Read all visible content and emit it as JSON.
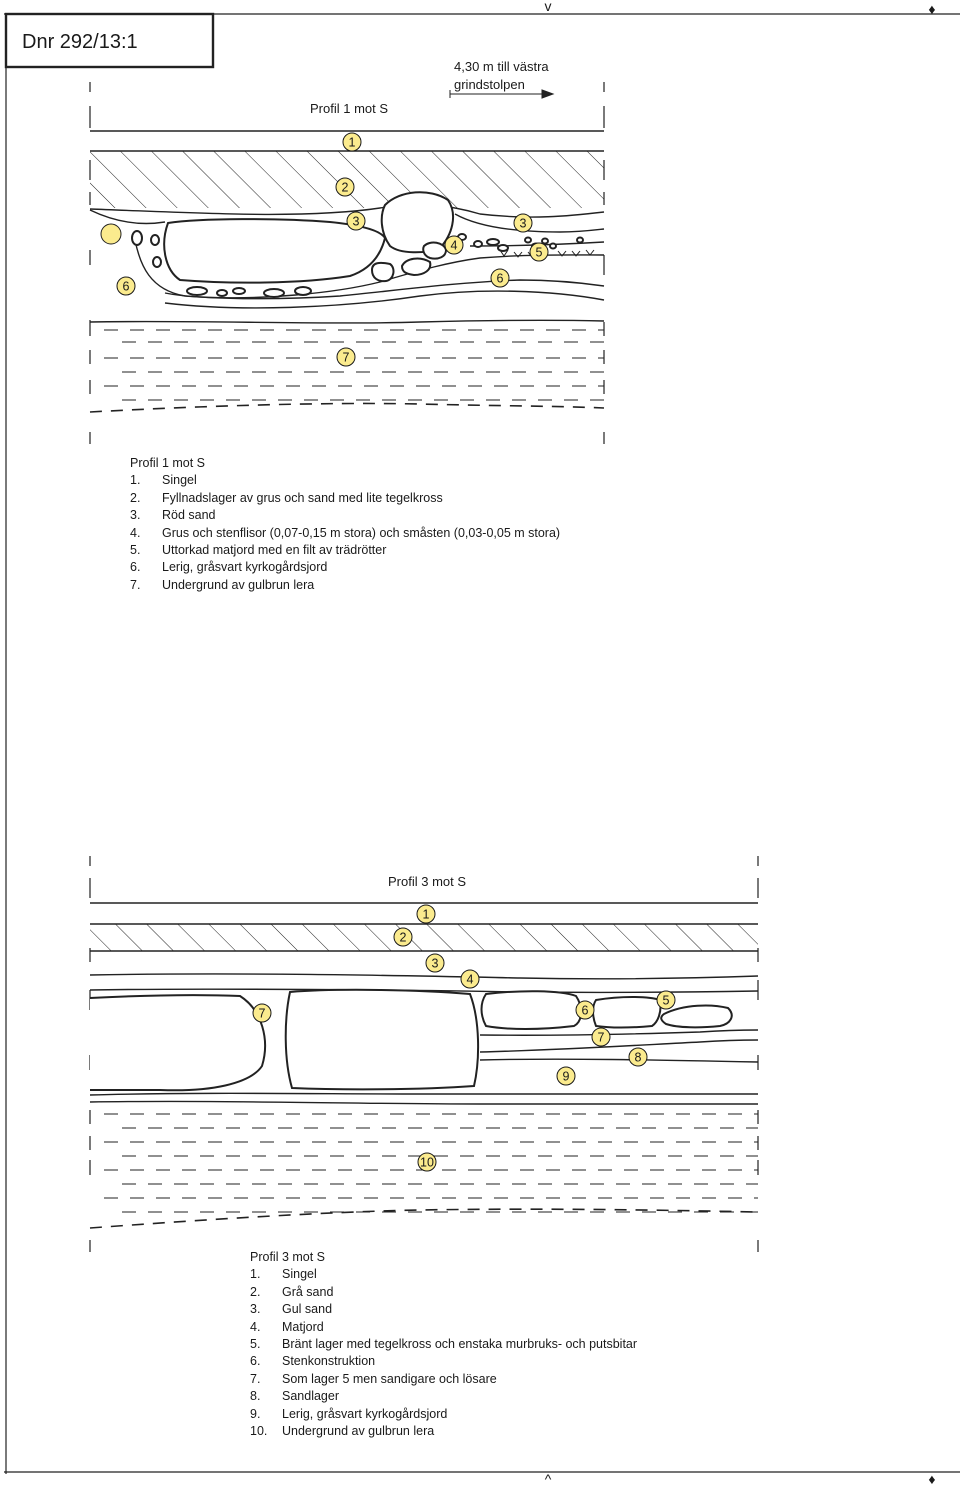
{
  "header": {
    "dnr": "Dnr 292/13:1"
  },
  "profile1": {
    "title": "Profil 1 mot S",
    "distance_note_line1": "4,30 m till västra",
    "distance_note_line2": "grindstolpen",
    "markers": [
      "1",
      "2",
      "3",
      "3",
      "4",
      "5",
      "6",
      "6",
      "7"
    ],
    "legend_title": "Profil 1 mot S",
    "legend": [
      {
        "n": "1.",
        "text": "Singel"
      },
      {
        "n": "2.",
        "text": "Fyllnadslager av grus och sand med lite tegelkross"
      },
      {
        "n": "3.",
        "text": "Röd sand"
      },
      {
        "n": "4.",
        "text": "Grus och stenflisor (0,07-0,15 m stora) och småsten (0,03-0,05 m stora)"
      },
      {
        "n": "5.",
        "text": "Uttorkad matjord med en filt av trädrötter"
      },
      {
        "n": "6.",
        "text": "Lerig, gråsvart kyrkogårdsjord"
      },
      {
        "n": "7.",
        "text": "Undergrund av gulbrun lera"
      }
    ]
  },
  "profile3": {
    "title": "Profil 3 mot S",
    "markers": [
      "1",
      "2",
      "3",
      "4",
      "5",
      "6",
      "7",
      "7",
      "8",
      "9",
      "10"
    ],
    "legend_title": "Profil 3 mot S",
    "legend": [
      {
        "n": "1.",
        "text": "Singel"
      },
      {
        "n": "2.",
        "text": "Grå sand"
      },
      {
        "n": "3.",
        "text": "Gul sand"
      },
      {
        "n": "4.",
        "text": "Matjord"
      },
      {
        "n": "5.",
        "text": "Bränt lager med tegelkross och enstaka murbruks- och putsbitar"
      },
      {
        "n": "6.",
        "text": "Stenkonstruktion"
      },
      {
        "n": "7.",
        "text": "Som lager 5 men sandigare och lösare"
      },
      {
        "n": "8.",
        "text": "Sandlager"
      },
      {
        "n": "9.",
        "text": "Lerig, gråsvart kyrkogårdsjord"
      },
      {
        "n": "10.",
        "text": "Undergrund av gulbrun lera"
      }
    ]
  },
  "sheet_marks": {
    "top_marker": "v",
    "bottom_marker": "^",
    "corner_marker": "♦"
  },
  "colors": {
    "marker_fill": "#fbeb8e",
    "ink": "#1a1a1a"
  }
}
